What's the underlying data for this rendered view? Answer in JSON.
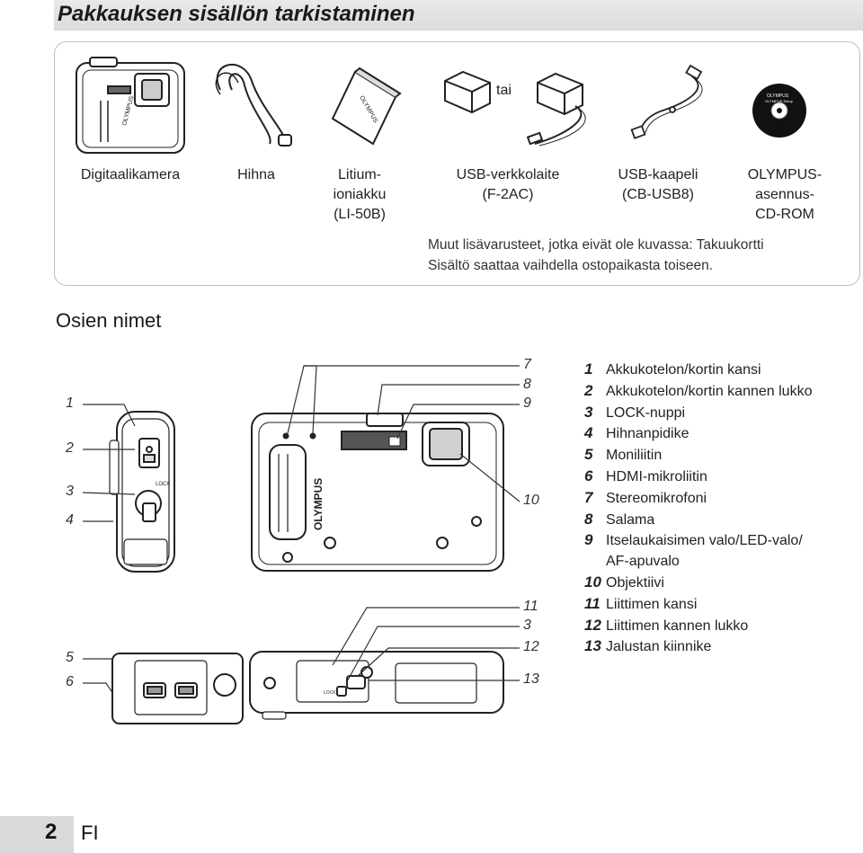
{
  "header": {
    "title": "Pakkauksen sisällön tarkistaminen"
  },
  "contents": {
    "items": [
      {
        "lines": [
          "Digitaalikamera"
        ]
      },
      {
        "lines": [
          "Hihna"
        ]
      },
      {
        "lines": [
          "Litium-",
          "ioniakku",
          "(LI-50B)"
        ]
      },
      {
        "lines": [
          "USB-verkkolaite",
          "(F-2AC)"
        ]
      },
      {
        "lines": [
          "USB-kaapeli",
          "(CB-USB8)"
        ]
      },
      {
        "lines": [
          "OLYMPUS-",
          "asennus-",
          "CD-ROM"
        ]
      }
    ],
    "or_label": "tai",
    "note_line1": "Muut lisävarusteet, jotka eivät ole kuvassa: Takuukortti",
    "note_line2": "Sisältö saattaa vaihdella ostopaikasta toiseen."
  },
  "parts_section": {
    "title": "Osien nimet",
    "parts": [
      {
        "num": "1",
        "lines": [
          "Akkukotelon/kortin kansi"
        ]
      },
      {
        "num": "2",
        "lines": [
          "Akkukotelon/kortin kannen lukko"
        ]
      },
      {
        "num": "3",
        "lines": [
          "LOCK-nuppi"
        ]
      },
      {
        "num": "4",
        "lines": [
          "Hihnanpidike"
        ]
      },
      {
        "num": "5",
        "lines": [
          "Moniliitin"
        ]
      },
      {
        "num": "6",
        "lines": [
          "HDMI-mikroliitin"
        ]
      },
      {
        "num": "7",
        "lines": [
          "Stereomikrofoni"
        ]
      },
      {
        "num": "8",
        "lines": [
          "Salama"
        ]
      },
      {
        "num": "9",
        "lines": [
          "Itselaukaisimen valo/LED-valo/",
          "AF-apuvalo"
        ]
      },
      {
        "num": "10",
        "lines": [
          "Objektiivi"
        ]
      },
      {
        "num": "11",
        "lines": [
          "Liittimen kansi"
        ]
      },
      {
        "num": "12",
        "lines": [
          "Liittimen kannen lukko"
        ]
      },
      {
        "num": "13",
        "lines": [
          "Jalustan kiinnike"
        ]
      }
    ],
    "callouts_left": [
      "1",
      "2",
      "3",
      "4",
      "5",
      "6"
    ],
    "callouts_right": [
      "7",
      "8",
      "9",
      "10",
      "11",
      "3",
      "12",
      "13"
    ],
    "diagram_text": {
      "brand": "OLYMPUS",
      "lock": "LOCK",
      "cd_brand": "OLYMPUS",
      "cd_label": "OLYMPUS Setup",
      "battery_brand": "OLYMPUS"
    }
  },
  "footer": {
    "page_number": "2",
    "language": "FI"
  },
  "colors": {
    "title_bar": "#dddddd",
    "box_border": "#bdbdbd",
    "page_tab": "#d9d9d9"
  }
}
